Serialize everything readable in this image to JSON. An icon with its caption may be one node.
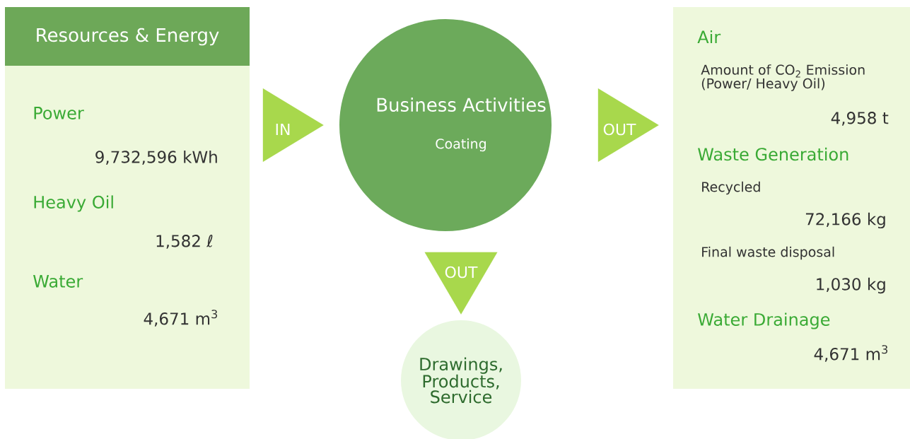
{
  "diagram": {
    "nodes": [
      {
        "text": [
          "Resources & Energy",
          "Power",
          "9,732,596 kWh",
          "Heavy Oil",
          "1,582 ℓ",
          "Water",
          "4,671 m$^{3}$"
        ]
      },
      {
        "text": [
          "Business Activities",
          "Coating"
        ]
      },
      {
        "text": [
          "Air",
          "Amount of CO$_{2}$ Emission (Power/ Heavy Oil)",
          "4,958 t",
          "Waste Generation",
          "Recycled",
          "72,166 kg",
          "Final waste disposal",
          "1,030 kg",
          "Water Drainage",
          "4,671 m$^{3}$"
        ]
      },
      {
        "text": [
          "Drawings, Products, Service"
        ]
      }
    ],
    "edges": [
      {
        "from": 0,
        "to": 1,
        "arrow": "to",
        "label": "IN"
      },
      {
        "from": 1,
        "to": 2,
        "arrow": "to",
        "label": "OUT"
      },
      {
        "from": 1,
        "to": 3,
        "arrow": "to",
        "label": "OUT"
      }
    ]
  }
}
